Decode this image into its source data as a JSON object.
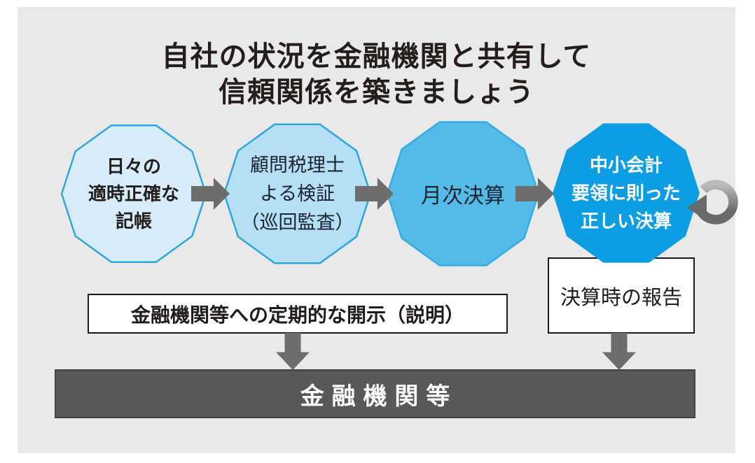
{
  "title": {
    "line1": "自社の状況を金融機関と共有して",
    "line2": "信頼関係を築きましょう"
  },
  "flow": {
    "steps": [
      {
        "id": "daily-bookkeeping",
        "lines": [
          "日々の",
          "適時正確な",
          "記帳"
        ],
        "fill": "#d7ebf9",
        "stroke": "#2ba6de"
      },
      {
        "id": "advisor-verification",
        "lines": [
          "顧問税理士",
          "よる検証",
          "（巡回監査）"
        ],
        "fill": "#b4dff5",
        "stroke": "#2ba6de"
      },
      {
        "id": "monthly-closing",
        "lines": [
          "月次決算"
        ],
        "fill": "#54bbe9",
        "stroke": "#35aee4"
      },
      {
        "id": "correct-financial-statements",
        "lines": [
          "中小会計",
          "要領に則った",
          "正しい決算"
        ],
        "fill": "#0d9de3",
        "stroke": "#0d9de3"
      }
    ],
    "connector_color": "#6d6d6d",
    "loop_arrow_icon": "loop-arrow"
  },
  "disclosure_box": {
    "label": "金融機関等への定期的な開示（説明）"
  },
  "report_box": {
    "label": "決算時の報告"
  },
  "footer_bar": {
    "label": "金融機関等",
    "bg": "#595757"
  },
  "colors": {
    "page_bg": "#ffffff",
    "canvas_bg": "#e9e9ea",
    "accent_blue": "#0d9de3",
    "light_blue_1": "#d7ebf9",
    "light_blue_2": "#b4dff5",
    "mid_blue": "#54bbe9",
    "arrow_gray": "#6d6d6d",
    "bar_gray": "#595757"
  }
}
